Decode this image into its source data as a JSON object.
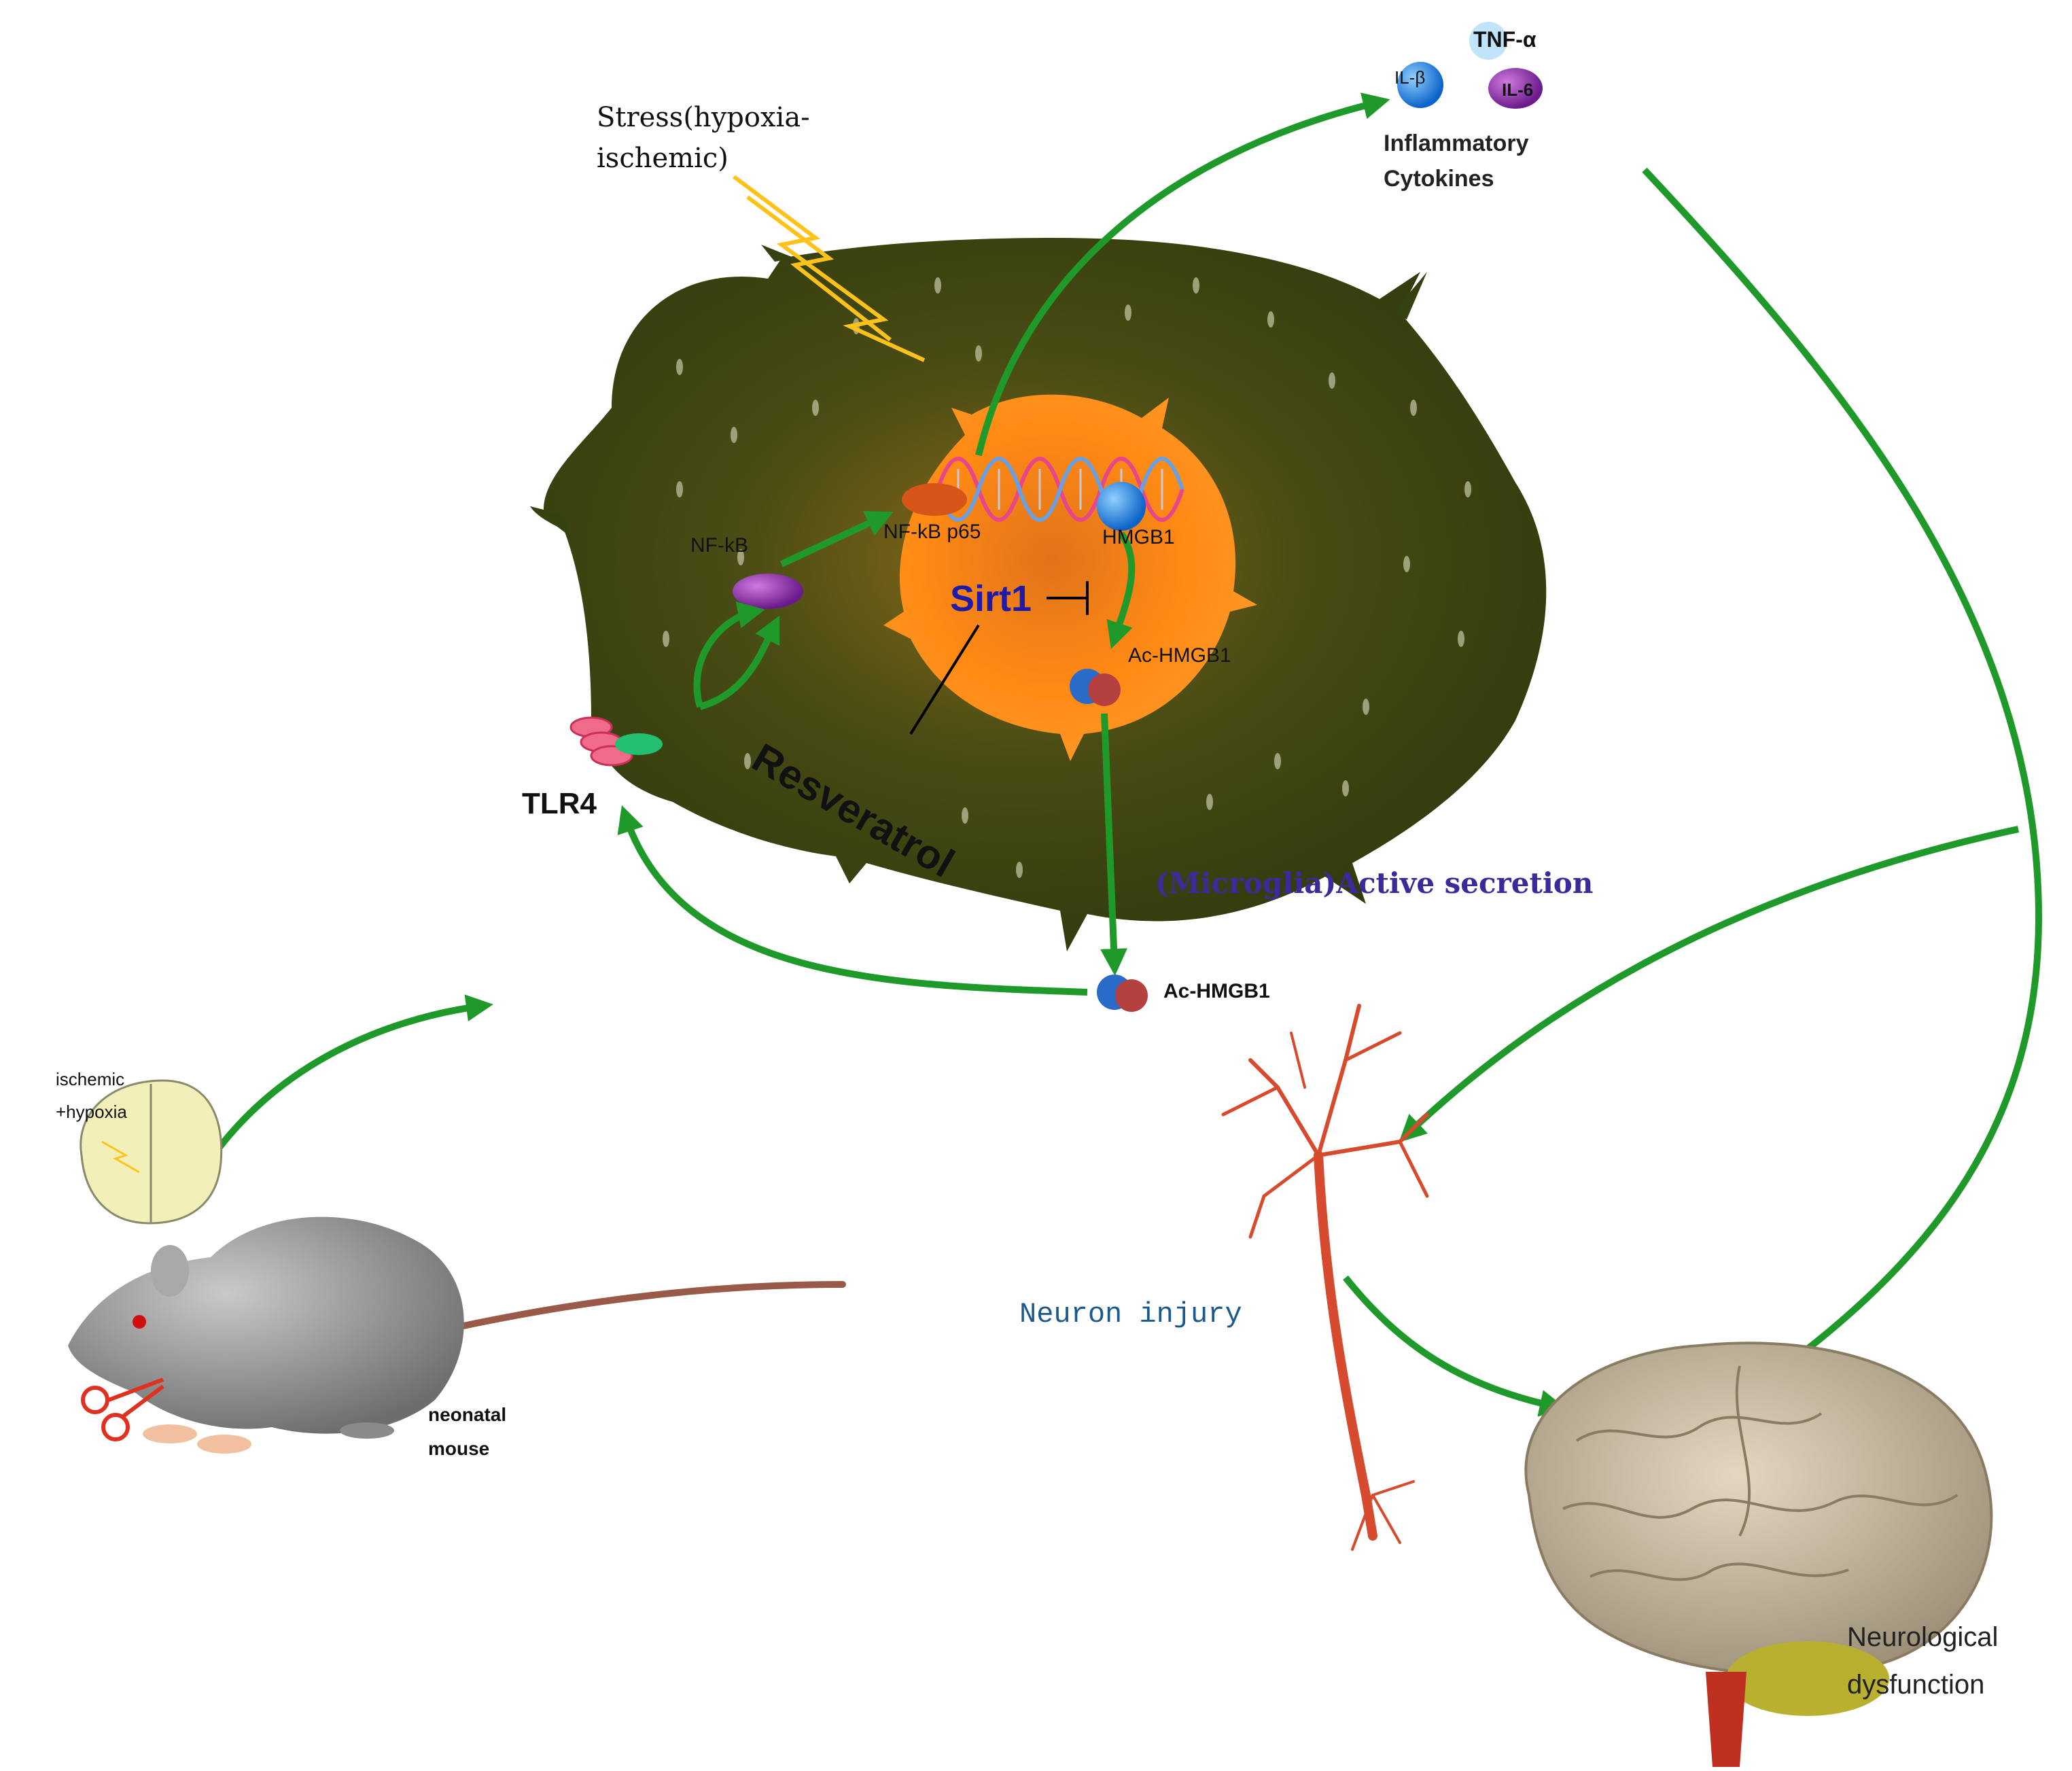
{
  "labels": {
    "stress_line1": "Stress(hypoxia-",
    "stress_line2": "ischemic)",
    "tnf": "TNF-α",
    "il_beta": "IL-β",
    "il_6": "IL-6",
    "inflammatory_line1": "Inflammatory",
    "inflammatory_line2": "Cytokines",
    "nf_kb": "NF-kB",
    "nf_kb_p65": "NF-kB p65",
    "hmgb1": "HMGB1",
    "sirt1": "Sirt1",
    "ac_hmgb1_inside": "Ac-HMGB1",
    "resveratrol": "Resveratrol",
    "tlr4": "TLR4",
    "microglia": "(Microglia)Active secretion",
    "ac_hmgb1_outside": "Ac-HMGB1",
    "ischemic_line1": "ischemic",
    "ischemic_line2": "+hypoxia",
    "neonatal_line1": "neonatal",
    "neonatal_line2": "mouse",
    "neuron_injury": "Neuron injury",
    "neurological_line1": "Neurological",
    "neurological_line2": "dysfunction"
  },
  "colors": {
    "arrow": "#1f9a2a",
    "cell_dark": "#34420f",
    "cell_mid": "#5a5a1c",
    "nucleus": "#ff8a14",
    "sirt1_text": "#1f1aa8",
    "microglia_text": "#3a2a9a",
    "neuron_text": "#1d5a8c",
    "neuron": "#d64a2e",
    "brain": "#cbbfa5",
    "rat": "#8a8a8a"
  },
  "icons": [
    "lightning-icon",
    "dna-helix-icon",
    "rat-icon",
    "brain-icon",
    "neuron-icon",
    "small-brain-icon",
    "scissors-icon"
  ]
}
